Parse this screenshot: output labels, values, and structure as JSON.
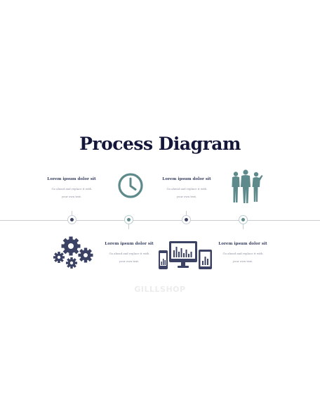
{
  "title": "Process Diagram",
  "watermark": "GILLLSHOP",
  "colors": {
    "navy": "#3b4263",
    "teal": "#5e8a8c",
    "title": "#15173a",
    "line": "#c9cdd3"
  },
  "steps": [
    {
      "heading": "Lorem ipsum dolor sit",
      "line1": "Go ahead and replace it with",
      "line2": "your own text.",
      "icon": "clock-icon"
    },
    {
      "heading": "Lorem ipsum dolor sit",
      "line1": "Go ahead and replace it with",
      "line2": "your own text.",
      "icon": "gears-icon"
    },
    {
      "heading": "Lorem ipsum dolor sit",
      "line1": "Go ahead and replace it with",
      "line2": "your own text.",
      "icon": "devices-chart-icon"
    },
    {
      "heading": "Lorem ipsum dolor sit",
      "line1": "Go ahead and replace it with",
      "line2": "your own text.",
      "icon": "business-team-icon"
    }
  ]
}
